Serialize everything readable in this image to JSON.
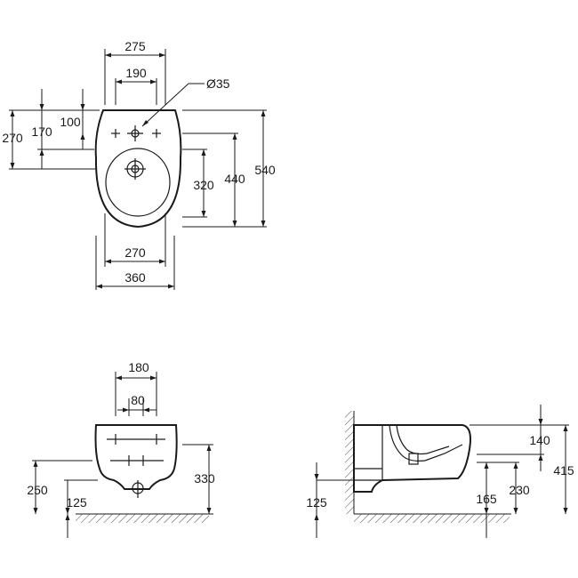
{
  "top_view": {
    "dim_width_top": "275",
    "dim_hole_spacing": "190",
    "dim_hole_diameter": "Ø35",
    "dim_left_outer": "270",
    "dim_left_mid": "170",
    "dim_left_inner": "100",
    "dim_bowl_inner": "320",
    "dim_mid_height": "440",
    "dim_total_length": "540",
    "dim_bowl_width": "270",
    "dim_total_width": "360"
  },
  "front_view": {
    "dim_outer_spacing": "180",
    "dim_inner_spacing": "80",
    "dim_left_height": "250",
    "dim_floor_offset": "125",
    "dim_right_height": "330"
  },
  "side_view": {
    "dim_floor_offset": "125",
    "dim_top_offset": "140",
    "dim_inlet": "165",
    "dim_outlet": "230",
    "dim_total_height": "415"
  },
  "colors": {
    "line": "#1a1a1a",
    "background": "#ffffff"
  }
}
